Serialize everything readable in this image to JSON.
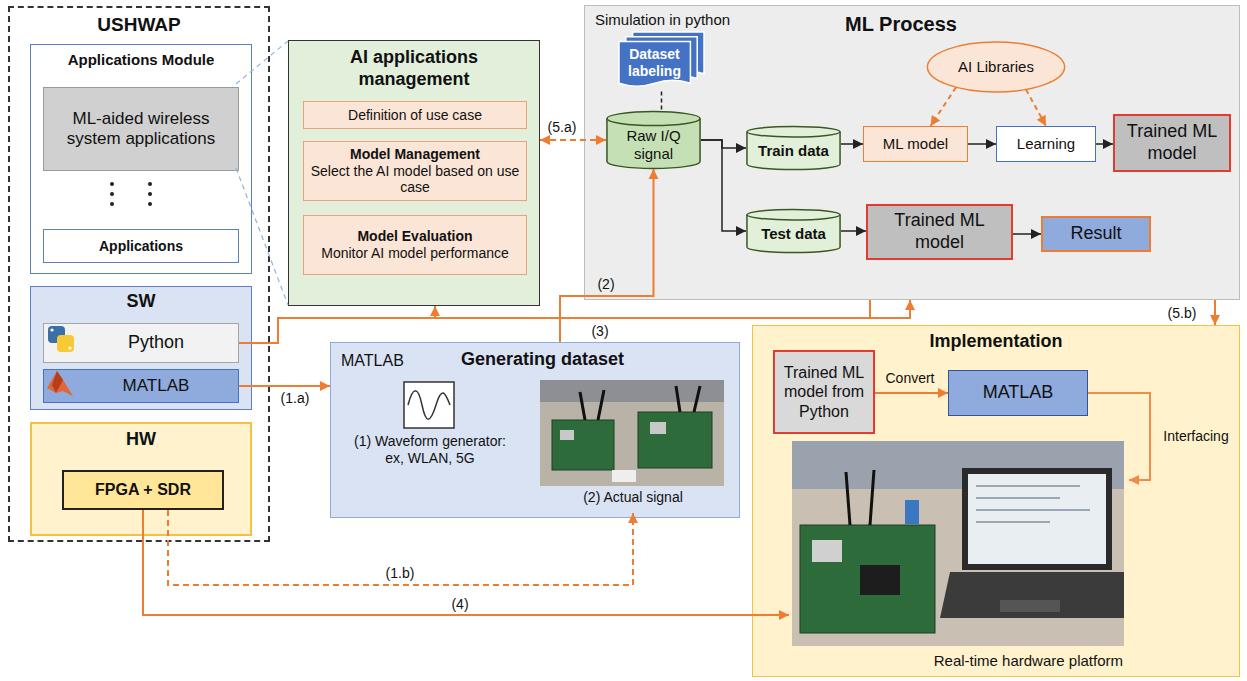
{
  "diagram": {
    "nodes": [
      {
        "text": [
          "USHWAP"
        ]
      },
      {
        "text": [
          "Applications Module"
        ],
        "in": 0
      },
      {
        "text": [
          "ML-aided wireless system applications"
        ],
        "in": 1
      },
      {
        "text": [
          "Applications"
        ],
        "in": 1
      },
      {
        "text": [
          "SW"
        ],
        "in": 0
      },
      {
        "text": [
          "Python"
        ],
        "in": 4
      },
      {
        "text": [
          "MATLAB"
        ],
        "in": 4
      },
      {
        "text": [
          "HW"
        ],
        "in": 0
      },
      {
        "text": [
          "FPGA + SDR"
        ],
        "in": 7
      },
      {
        "text": [
          "AI applications management"
        ]
      },
      {
        "text": [
          "Definition of use case"
        ],
        "in": 9
      },
      {
        "text": [
          "Model Management",
          "Select the AI model based on use case"
        ],
        "in": 9
      },
      {
        "text": [
          "Model Evaluation",
          "Monitor AI model performance"
        ],
        "in": 9
      },
      {
        "text": [
          "Simulation in python",
          "ML Process"
        ]
      },
      {
        "text": [
          "Dataset labeling"
        ],
        "in": 13
      },
      {
        "text": [
          "Raw I/Q signal"
        ],
        "in": 13
      },
      {
        "text": [
          "Train data"
        ],
        "in": 13
      },
      {
        "text": [
          "AI Libraries"
        ],
        "in": 13
      },
      {
        "text": [
          "ML model"
        ],
        "in": 13
      },
      {
        "text": [
          "Learning"
        ],
        "in": 13
      },
      {
        "text": [
          "Trained ML model"
        ],
        "in": 13
      },
      {
        "text": [
          "Test data"
        ],
        "in": 13
      },
      {
        "text": [
          "Trained ML model"
        ],
        "in": 13
      },
      {
        "text": [
          "Result"
        ],
        "in": 13
      },
      {
        "text": [
          "MATLAB",
          "Generating dataset"
        ]
      },
      {
        "text": [
          "(1) Waveform generator: ex, WLAN, 5G"
        ],
        "in": 24
      },
      {
        "text": [
          "(2) Actual signal"
        ],
        "in": 24
      },
      {
        "text": [
          "Implementation"
        ]
      },
      {
        "text": [
          "Trained ML model from Python"
        ],
        "in": 27
      },
      {
        "text": [
          "MATLAB"
        ],
        "in": 27
      },
      {
        "text": [
          "Real-time hardware platform"
        ],
        "in": 27
      }
    ],
    "edges": [
      {
        "from": 6,
        "to": 24,
        "arrow": "to",
        "label": "(1.a)"
      },
      {
        "from": 8,
        "to": 26,
        "arrow": "to",
        "label": "(1.b)"
      },
      {
        "from": 24,
        "to": 15,
        "arrow": "to",
        "label": "(2)"
      },
      {
        "from": 5,
        "to": 13,
        "arrow": "to",
        "label": "(3)"
      },
      {
        "from": 8,
        "to": 30,
        "arrow": "to",
        "label": "(4)"
      },
      {
        "from": 9,
        "to": 15,
        "arrow": "both",
        "label": "(5.a)"
      },
      {
        "from": 13,
        "to": 27,
        "arrow": "to",
        "label": "(5.b)"
      },
      {
        "from": 13,
        "to": 9,
        "arrow": "to"
      },
      {
        "from": 14,
        "to": 15,
        "arrow": "none"
      },
      {
        "from": 15,
        "to": 16,
        "arrow": "to"
      },
      {
        "from": 15,
        "to": 21,
        "arrow": "to"
      },
      {
        "from": 16,
        "to": 18,
        "arrow": "to"
      },
      {
        "from": 18,
        "to": 19,
        "arrow": "to"
      },
      {
        "from": 19,
        "to": 20,
        "arrow": "to"
      },
      {
        "from": 17,
        "to": 18,
        "arrow": "to"
      },
      {
        "from": 17,
        "to": 19,
        "arrow": "to"
      },
      {
        "from": 21,
        "to": 22,
        "arrow": "to"
      },
      {
        "from": 22,
        "to": 23,
        "arrow": "to"
      },
      {
        "from": 28,
        "to": 29,
        "arrow": "to",
        "label": "Convert"
      },
      {
        "from": 29,
        "to": 30,
        "arrow": "to",
        "label": "Interfacing"
      }
    ]
  }
}
